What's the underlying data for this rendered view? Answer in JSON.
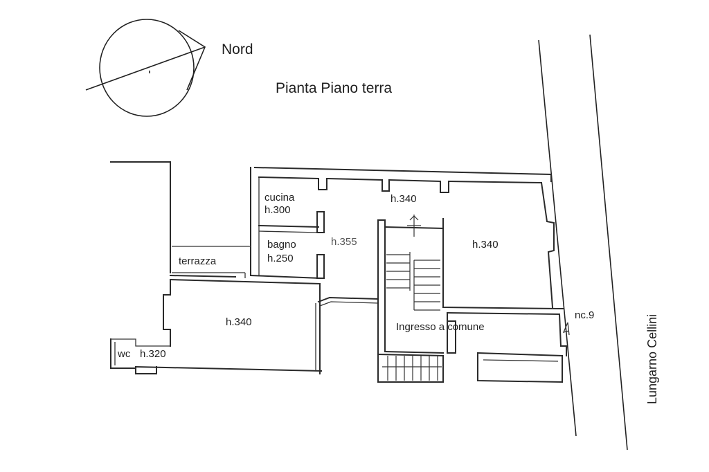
{
  "compass": {
    "label": "Nord"
  },
  "title": "Pianta Piano terra",
  "rooms": {
    "cucina_name": "cucina",
    "cucina_height": "h.300",
    "bagno_name": "bagno",
    "bagno_height": "h.250",
    "terrazza": "terrazza",
    "corridor_height": "h.355",
    "top_hall_height": "h.340",
    "right_room_height": "h.340",
    "main_room_height": "h.340",
    "wc_name": "wc",
    "wc_height": "h.320",
    "entrance": "Ingresso a comune"
  },
  "street": {
    "name": "Lungarno Cellini",
    "civic_number": "nc.9"
  }
}
